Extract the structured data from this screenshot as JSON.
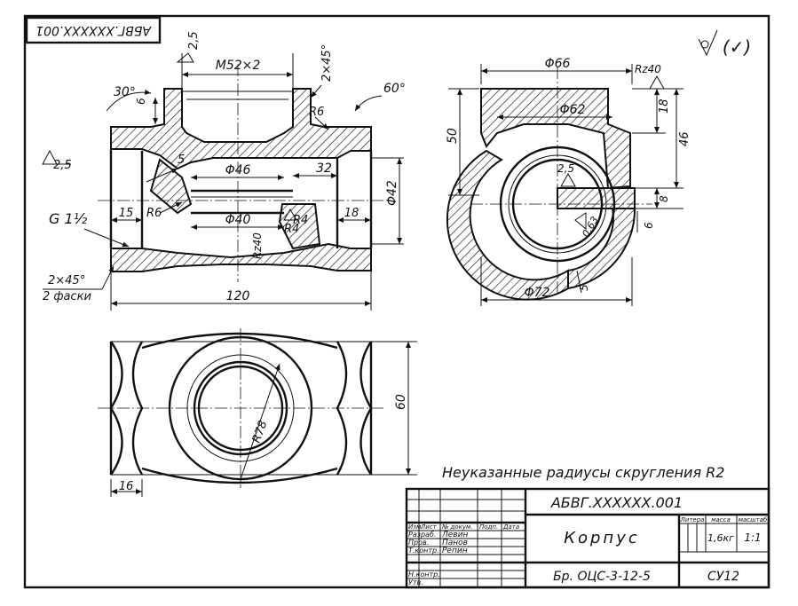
{
  "stamp_top": "АБВГ.XXXXXX.001",
  "roughness_mark": "(✓)",
  "front_view": {
    "d_thread": "M52×2",
    "d_slope_left": "2,5",
    "d_chamfer_top": "2×45°",
    "d_angle_left": "30°",
    "d_angle_right": "60°",
    "d_6": "6",
    "d_R6_top": "R6",
    "d_rough_left": "2,5",
    "d_5": "5",
    "d_phi46": "Φ46",
    "d_32": "32",
    "d_thread_g": "G 1½",
    "d_15": "15",
    "d_R6_left": "R6",
    "d_phi40": "Φ40",
    "d_R4a": "R4",
    "d_R4b": "R4",
    "d_18": "18",
    "d_phi42": "Φ42",
    "d_Rz40": "Rz40",
    "d_chamfer_note_1": "2×45°",
    "d_chamfer_note_2": "2 фаски",
    "d_120": "120"
  },
  "side_view": {
    "d_phi66": "Φ66",
    "d_Rz40": "Rz40",
    "d_phi62": "Φ62",
    "d_50": "50",
    "d_18": "18",
    "d_46": "46",
    "d_rough": "2,5",
    "d_8": "8",
    "d_6": "6",
    "d_063": "0,63",
    "d_phi72": "Φ72",
    "d_5": "5"
  },
  "top_view": {
    "d_R78": "R78",
    "d_60": "60",
    "d_16": "16"
  },
  "note": "Неуказанные радиусы скругления R2",
  "title_block": {
    "designation": "АБВГ.XXXXXX.001",
    "part_name": "Корпус",
    "material": "Бр. ОЦС-3-12-5",
    "org": "СУ12",
    "h_litera": "Литера",
    "h_mass": "масса",
    "h_scale": "масштаб",
    "mass": "1,6кг",
    "scale": "1:1",
    "h_izm": "Изм.",
    "h_list": "Лист",
    "h_doc": "№ докум.",
    "h_sign": "Подп.",
    "h_date": "Дата",
    "r_razrab": "Разраб.",
    "r_prov": "Пров.",
    "r_tkontr": "Т.контр.",
    "r_nkontr": "Н.контр.",
    "r_utv": "Утв.",
    "n_razrab": "Левин",
    "n_prov": "Панов",
    "n_tkontr": "Репин"
  }
}
